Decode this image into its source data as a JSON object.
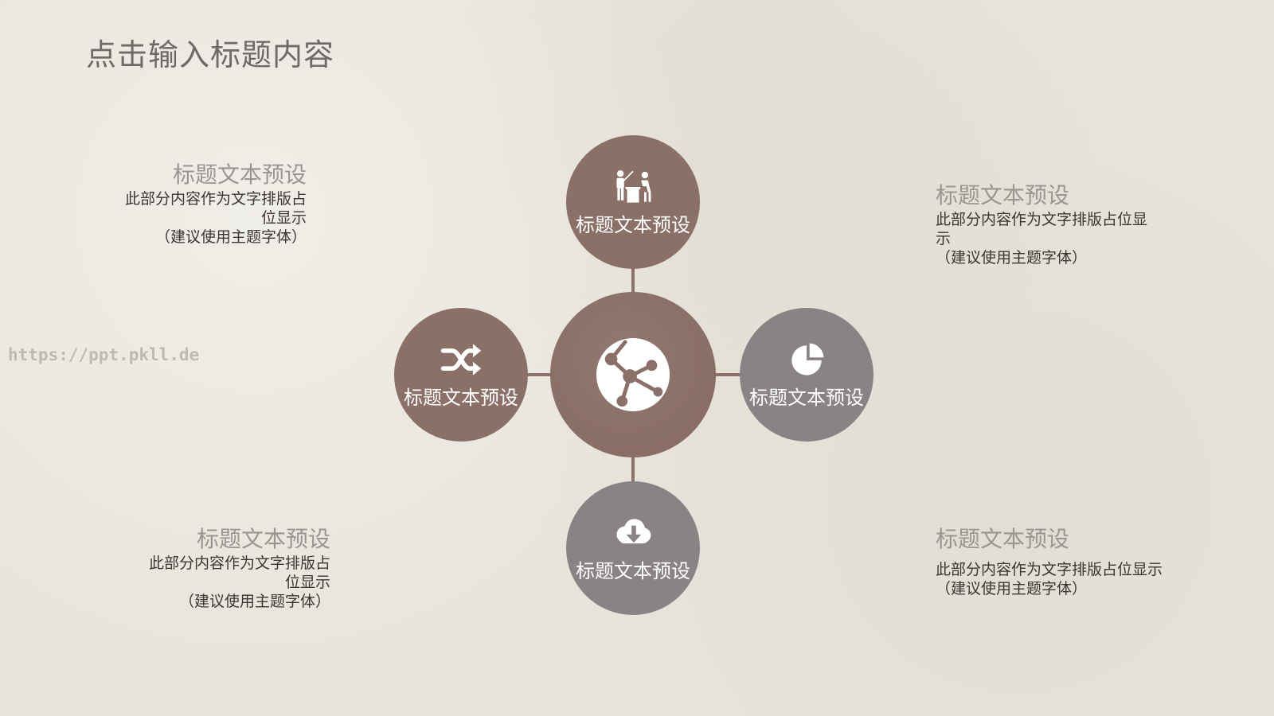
{
  "slide": {
    "title": "点击输入标题内容",
    "watermark": "https://ppt.pkll.de"
  },
  "diagram": {
    "center": {
      "icon": "globe-network-icon",
      "color": "#8b7068"
    },
    "nodes": [
      {
        "position": "top",
        "label": "标题文本预设",
        "icon": "meeting-presentation-icon",
        "color": "#8b7068"
      },
      {
        "position": "left",
        "label": "标题文本预设",
        "icon": "shuffle-icon",
        "color": "#8b7068"
      },
      {
        "position": "right",
        "label": "标题文本预设",
        "icon": "pie-chart-icon",
        "color": "#8a8385"
      },
      {
        "position": "bottom",
        "label": "标题文本预设",
        "icon": "cloud-download-icon",
        "color": "#8a8385"
      }
    ]
  },
  "text_blocks": {
    "top_left": {
      "heading": "标题文本预设",
      "body_line1": "此部分内容作为文字排版占",
      "body_line2": "位显示",
      "body_line3": "（建议使用主题字体）"
    },
    "top_right": {
      "heading": "标题文本预设",
      "body_line1": "此部分内容作为文字排版占位显",
      "body_line2": "示",
      "body_line3": "（建议使用主题字体）"
    },
    "bottom_left": {
      "heading": "标题文本预设",
      "body_line1": "此部分内容作为文字排版占",
      "body_line2": "位显示",
      "body_line3": "（建议使用主题字体）"
    },
    "bottom_right": {
      "heading": "标题文本预设",
      "body_line1": "此部分内容作为文字排版占位显示",
      "body_line3": "（建议使用主题字体）"
    }
  }
}
